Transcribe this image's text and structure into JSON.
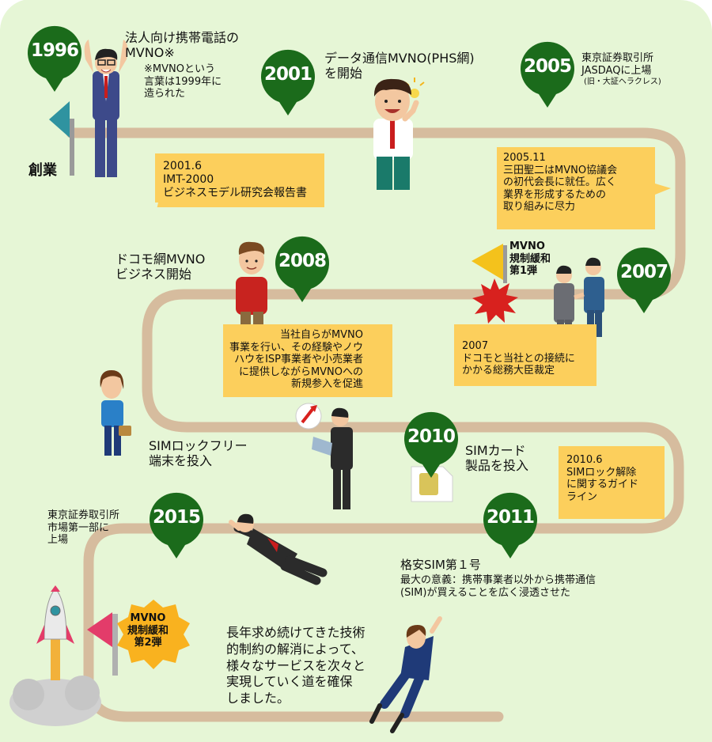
{
  "colors": {
    "background": "#e6f6d6",
    "road": "#d6bc9e",
    "pin": "#1b6b1b",
    "note": "#fccf5c",
    "burst_red": "#d8211e",
    "flag_teal": "#2f93a0",
    "flag_yellow": "#f4c21c",
    "flag_pink": "#e33c6a",
    "badge_yellow": "#f9b21f"
  },
  "milestones": [
    {
      "year": "1996",
      "label": "法人向け携帯電話の\nMVNO※",
      "footnote": "※MVNOという\n言葉は1999年に\n造られた",
      "sublabel": "創業"
    },
    {
      "year": "2001",
      "label": "データ通信MVNO(PHS網)\nを開始"
    },
    {
      "year": "2005",
      "label": "東京証券取引所\nJASDAQに上場",
      "footnote": "(旧・大証ヘラクレス)"
    },
    {
      "year": "2007"
    },
    {
      "year": "2008",
      "label": "ドコモ網MVNO\nビジネス開始"
    },
    {
      "year": "2010",
      "label": "SIMカード\n製品を投入"
    },
    {
      "year": "2011",
      "label": "格安SIM第１号",
      "footnote": "最大の意義：携帯事業者以外から携帯通信\n(SIM)が買えることを広く浸透させた"
    },
    {
      "year": "2015",
      "label": "東京証券取引所\n市場第一部に\n上場"
    }
  ],
  "notes": [
    {
      "text": "2001.6\nIMT-2000\nビジネスモデル研究会報告書"
    },
    {
      "text": "2005.11\n三田聖二はMVNO協議会\nの初代会長に就任。広く\n業界を形成するための\n取り組みに尽力"
    },
    {
      "text": "当社自らがMVNO\n事業を行い、その経験やノウ\nハウをISP事業者や小売業者\nに提供しながらMVNOへの\n新規参入を促進"
    },
    {
      "text": "2007\nドコモと当社との接続に\nかかる総務大臣裁定"
    },
    {
      "text": "2010.6\nSIMロック解除\nに関するガイド\nライン"
    }
  ],
  "flags": [
    {
      "label": "MVNO\n規制緩和\n第1弾"
    },
    {
      "label": "MVNO\n規制緩和\n第2弾"
    }
  ],
  "labels": {
    "sim_lock_free": "SIMロックフリー\n端末を投入",
    "conclusion": "長年求め続けてきた技術\n的制約の解消によって、\n様々なサービスを次々と\n実現していく道を確保\nしました。"
  }
}
